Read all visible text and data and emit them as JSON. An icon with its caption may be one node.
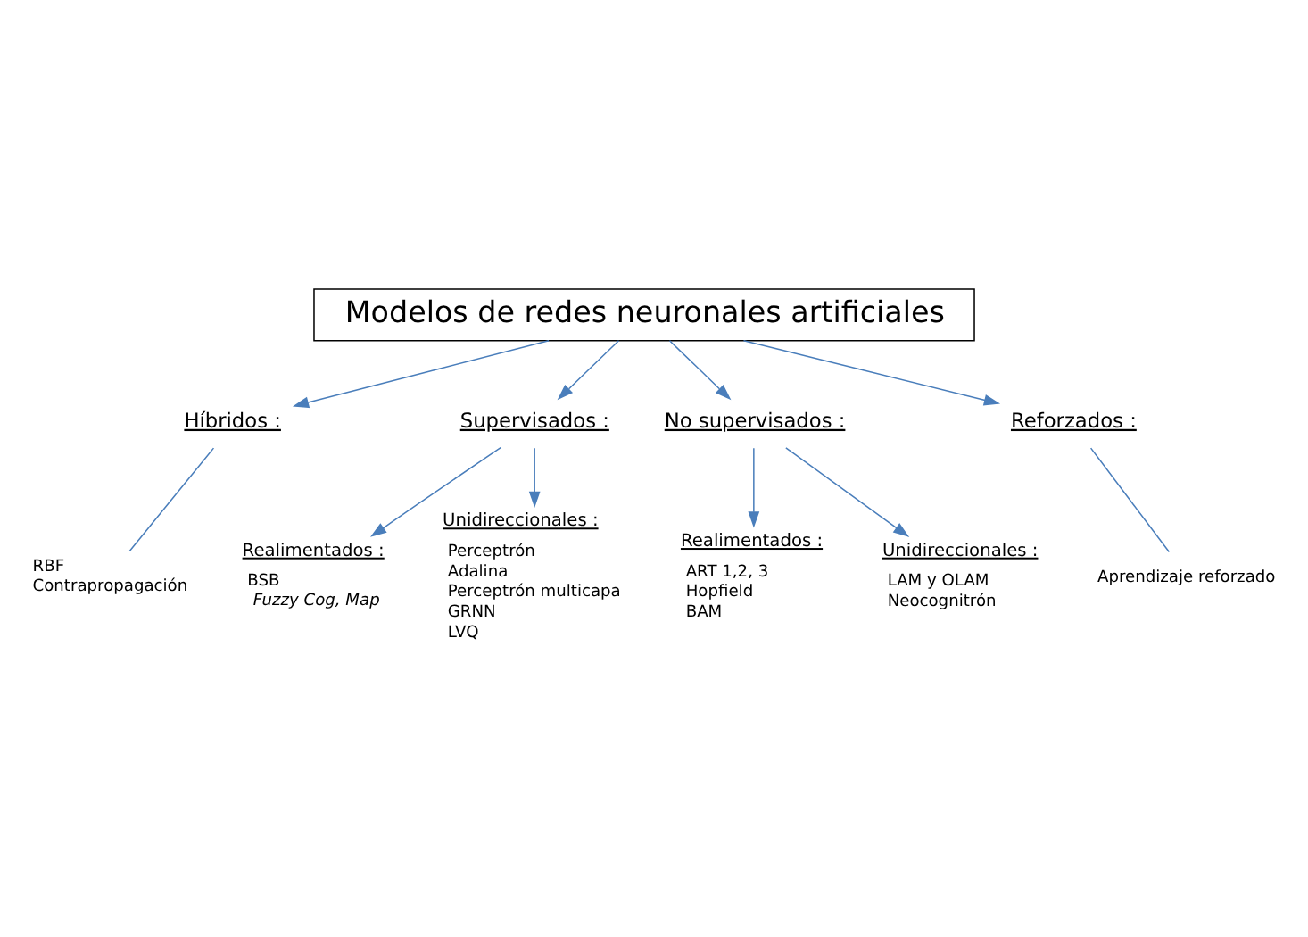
{
  "diagram": {
    "nodes": [
      {
        "text": [
          "Modelos de redes neuronales artificiales"
        ]
      },
      {
        "text": [
          "Híbridos :"
        ]
      },
      {
        "text": [
          "Supervisados :"
        ]
      },
      {
        "text": [
          "No supervisados :"
        ]
      },
      {
        "text": [
          "Reforzados :"
        ]
      },
      {
        "text": [
          "Realimentados :",
          "BSB",
          "Fuzzy Cog, Map"
        ]
      },
      {
        "text": [
          "Unidireccionales :",
          "Perceptrón",
          "Adalina",
          "Perceptrón multicapa",
          "GRNN",
          "LVQ"
        ]
      },
      {
        "text": [
          "RBF",
          "Contrapropagación"
        ]
      },
      {
        "text": [
          "Aprendizaje reforzado"
        ]
      },
      {
        "text": [
          "Realimentados :",
          "ART 1,2, 3",
          "Hopfield",
          "BAM"
        ]
      },
      {
        "text": [
          "Unidireccionales :",
          "LAM y OLAM",
          "Neocognitrón"
        ]
      }
    ],
    "edges": [
      {
        "from": 0,
        "to": 1,
        "arrow": "to"
      },
      {
        "from": 0,
        "to": 2,
        "arrow": "to"
      },
      {
        "from": 0,
        "to": 3,
        "arrow": "to"
      },
      {
        "from": 0,
        "to": 4,
        "arrow": "to"
      },
      {
        "from": 2,
        "to": 5,
        "arrow": "to"
      },
      {
        "from": 2,
        "to": 6,
        "arrow": "to"
      },
      {
        "from": 1,
        "to": 7,
        "arrow": "none"
      },
      {
        "from": 4,
        "to": 8,
        "arrow": "none"
      },
      {
        "from": 3,
        "to": 9,
        "arrow": "to"
      },
      {
        "from": 3,
        "to": 10,
        "arrow": "to"
      }
    ]
  }
}
